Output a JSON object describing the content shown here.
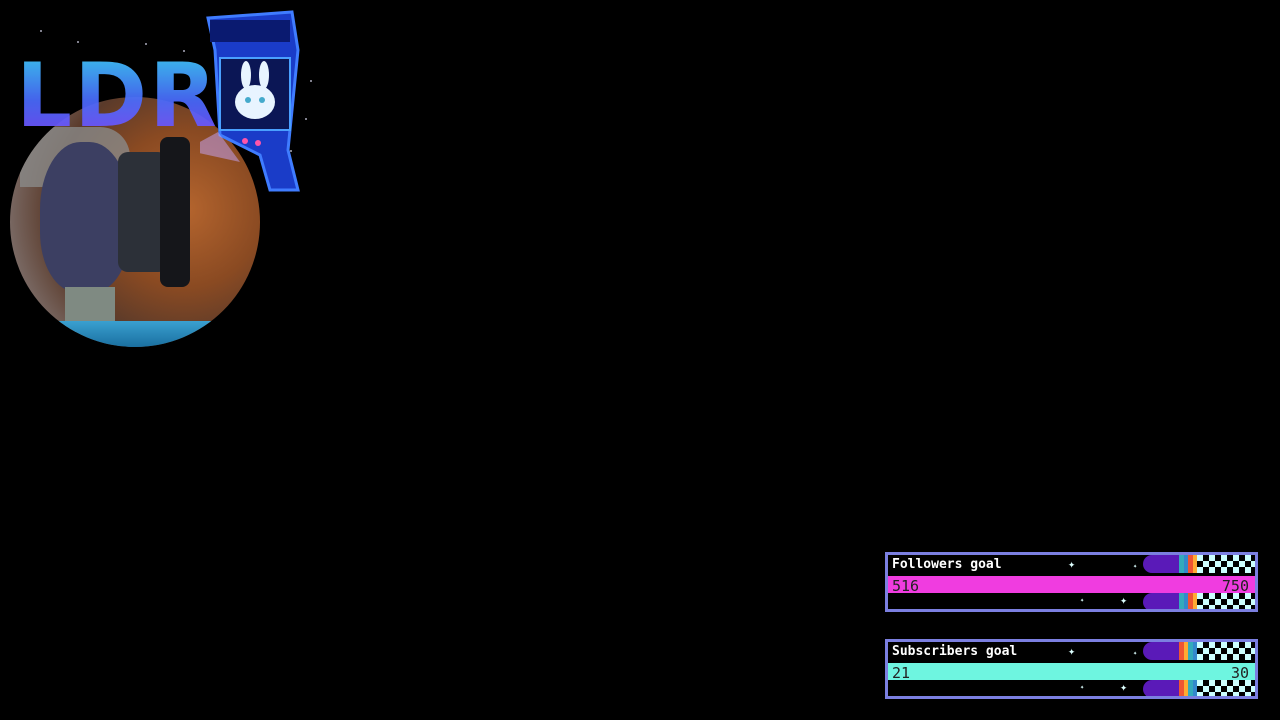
{
  "logo": {
    "text": "LDR"
  },
  "goals": [
    {
      "label": "Followers goal",
      "current": "516",
      "target": "750",
      "bar_color": "#f03ce0"
    },
    {
      "label": "Subscribers goal",
      "current": "21",
      "target": "30",
      "bar_color": "#6ef5e0"
    }
  ],
  "colors": {
    "border": "#7b7fe0",
    "background": "#000000"
  }
}
